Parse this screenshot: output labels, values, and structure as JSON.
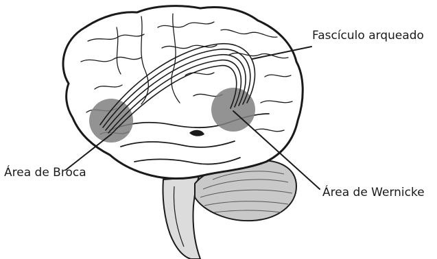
{
  "labels": {
    "fasciculo": "Fascículo arqueado",
    "broca": "Área de Broca",
    "wernicke": "Área de Wernicke"
  },
  "colors": {
    "outline": "#1a1a1a",
    "brain_fill": "#ffffff",
    "cerebellum": "#c9c9c9",
    "brainstem": "#dcdcdc",
    "area_highlight": "#808080"
  },
  "icons": {
    "brain": "brain-illustration"
  }
}
